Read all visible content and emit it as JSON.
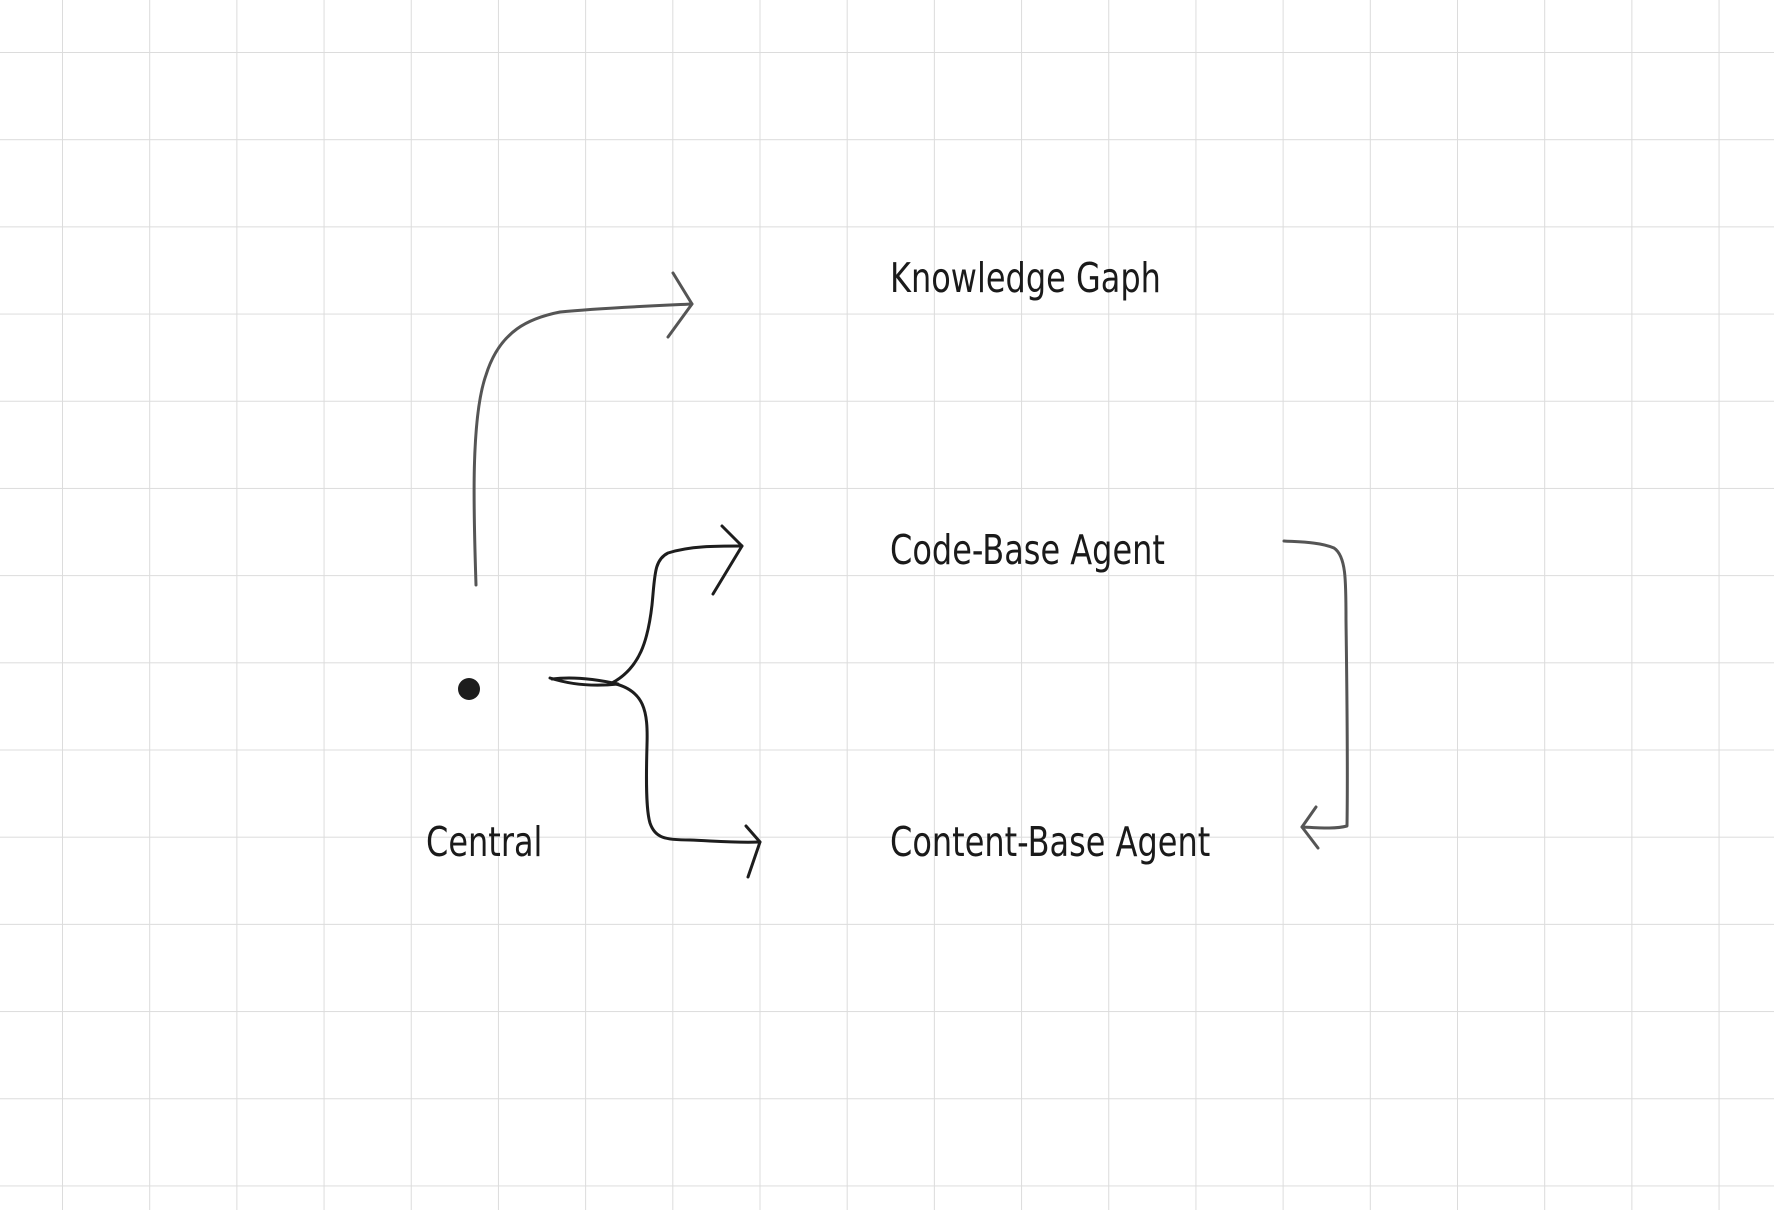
{
  "diagram": {
    "nodes": {
      "central": {
        "label": "Central"
      },
      "knowledge_graph": {
        "label": "Knowledge Gaph"
      },
      "code_base_agent": {
        "label": "Code-Base Agent"
      },
      "content_base_agent": {
        "label": "Content-Base Agent"
      }
    },
    "edges": [
      {
        "from": "central",
        "to": "knowledge_graph"
      },
      {
        "from": "central",
        "to": "code_base_agent"
      },
      {
        "from": "central",
        "to": "content_base_agent"
      },
      {
        "from": "code_base_agent",
        "to": "content_base_agent"
      }
    ]
  },
  "colors": {
    "grid": "#dcdcdc",
    "ink": "#1d1d1d",
    "ink_grey": "#555555",
    "background": "#ffffff"
  }
}
